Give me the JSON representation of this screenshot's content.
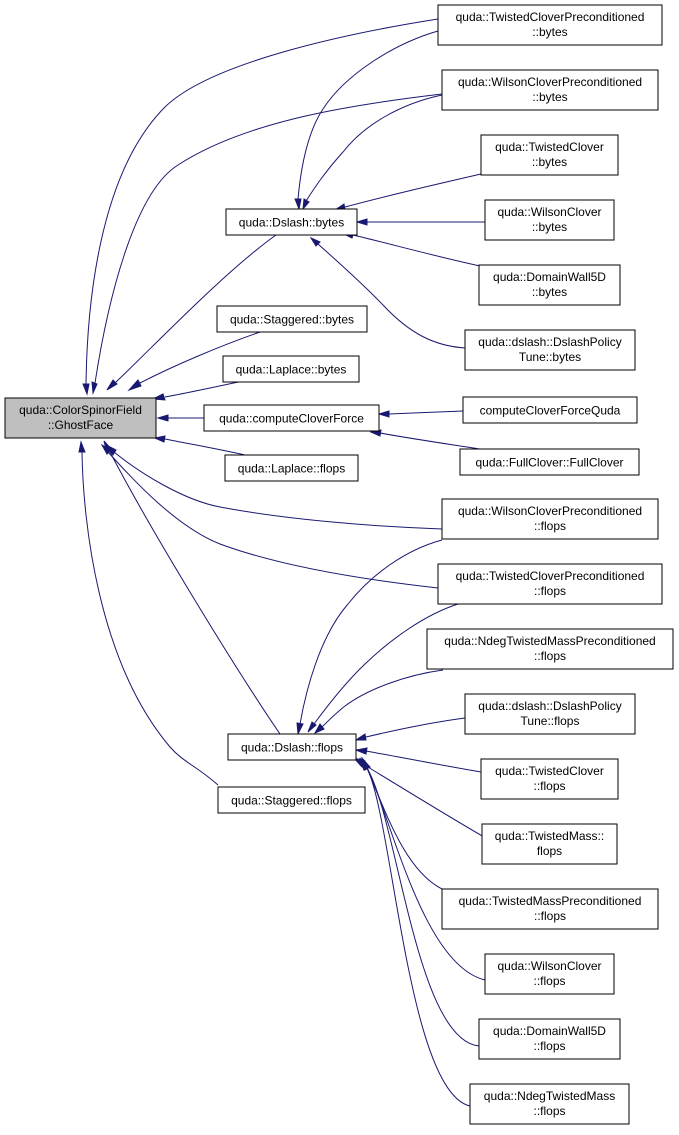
{
  "graph": {
    "title": "",
    "colors": {
      "edge": "#191970",
      "node_border": "#000000",
      "focus_fill": "#bfbfbf",
      "node_fill": "#ffffff"
    },
    "nodes": [
      {
        "id": "ghostface",
        "lines": [
          "quda::ColorSpinorField",
          "::GhostFace"
        ],
        "focus": true
      },
      {
        "id": "dslash_bytes",
        "lines": [
          "quda::Dslash::bytes"
        ]
      },
      {
        "id": "staggered_bytes",
        "lines": [
          "quda::Staggered::bytes"
        ]
      },
      {
        "id": "laplace_bytes",
        "lines": [
          "quda::Laplace::bytes"
        ]
      },
      {
        "id": "compute_clover_force",
        "lines": [
          "quda::computeCloverForce"
        ]
      },
      {
        "id": "laplace_flops",
        "lines": [
          "quda::Laplace::flops"
        ]
      },
      {
        "id": "dslash_flops",
        "lines": [
          "quda::Dslash::flops"
        ]
      },
      {
        "id": "staggered_flops",
        "lines": [
          "quda::Staggered::flops"
        ]
      },
      {
        "id": "tcp_bytes",
        "lines": [
          "quda::TwistedCloverPreconditioned",
          "::bytes"
        ]
      },
      {
        "id": "wcp_bytes",
        "lines": [
          "quda::WilsonCloverPreconditioned",
          "::bytes"
        ]
      },
      {
        "id": "tc_bytes",
        "lines": [
          "quda::TwistedClover",
          "::bytes"
        ]
      },
      {
        "id": "wc_bytes",
        "lines": [
          "quda::WilsonClover",
          "::bytes"
        ]
      },
      {
        "id": "dw5d_bytes",
        "lines": [
          "quda::DomainWall5D",
          "::bytes"
        ]
      },
      {
        "id": "dpt_bytes",
        "lines": [
          "quda::dslash::DslashPolicy",
          "Tune::bytes"
        ]
      },
      {
        "id": "cfq",
        "lines": [
          "computeCloverForceQuda"
        ]
      },
      {
        "id": "fullclover",
        "lines": [
          "quda::FullClover::FullClover"
        ]
      },
      {
        "id": "wcp_flops",
        "lines": [
          "quda::WilsonCloverPreconditioned",
          "::flops"
        ]
      },
      {
        "id": "tcp_flops",
        "lines": [
          "quda::TwistedCloverPreconditioned",
          "::flops"
        ]
      },
      {
        "id": "ntmp_flops",
        "lines": [
          "quda::NdegTwistedMassPreconditioned",
          "::flops"
        ]
      },
      {
        "id": "dpt_flops",
        "lines": [
          "quda::dslash::DslashPolicy",
          "Tune::flops"
        ]
      },
      {
        "id": "tc_flops",
        "lines": [
          "quda::TwistedClover",
          "::flops"
        ]
      },
      {
        "id": "tm_flops",
        "lines": [
          "quda::TwistedMass::",
          "flops"
        ]
      },
      {
        "id": "tmp_flops",
        "lines": [
          "quda::TwistedMassPreconditioned",
          "::flops"
        ]
      },
      {
        "id": "wc_flops",
        "lines": [
          "quda::WilsonClover",
          "::flops"
        ]
      },
      {
        "id": "dw5d_flops",
        "lines": [
          "quda::DomainWall5D",
          "::flops"
        ]
      },
      {
        "id": "ntm_flops",
        "lines": [
          "quda::NdegTwistedMass",
          "::flops"
        ]
      }
    ],
    "edges": [
      {
        "from": "dslash_bytes",
        "to": "ghostface"
      },
      {
        "from": "staggered_bytes",
        "to": "ghostface"
      },
      {
        "from": "laplace_bytes",
        "to": "ghostface"
      },
      {
        "from": "compute_clover_force",
        "to": "ghostface"
      },
      {
        "from": "laplace_flops",
        "to": "ghostface"
      },
      {
        "from": "dslash_flops",
        "to": "ghostface"
      },
      {
        "from": "staggered_flops",
        "to": "ghostface"
      },
      {
        "from": "tcp_bytes",
        "to": "ghostface"
      },
      {
        "from": "wcp_bytes",
        "to": "ghostface"
      },
      {
        "from": "wcp_flops",
        "to": "ghostface"
      },
      {
        "from": "tcp_flops",
        "to": "ghostface"
      },
      {
        "from": "tcp_bytes",
        "to": "dslash_bytes"
      },
      {
        "from": "wcp_bytes",
        "to": "dslash_bytes"
      },
      {
        "from": "tc_bytes",
        "to": "dslash_bytes"
      },
      {
        "from": "wc_bytes",
        "to": "dslash_bytes"
      },
      {
        "from": "dw5d_bytes",
        "to": "dslash_bytes"
      },
      {
        "from": "dpt_bytes",
        "to": "dslash_bytes"
      },
      {
        "from": "cfq",
        "to": "compute_clover_force"
      },
      {
        "from": "fullclover",
        "to": "compute_clover_force"
      },
      {
        "from": "wcp_flops",
        "to": "dslash_flops"
      },
      {
        "from": "tcp_flops",
        "to": "dslash_flops"
      },
      {
        "from": "ntmp_flops",
        "to": "dslash_flops"
      },
      {
        "from": "dpt_flops",
        "to": "dslash_flops"
      },
      {
        "from": "tc_flops",
        "to": "dslash_flops"
      },
      {
        "from": "tm_flops",
        "to": "dslash_flops"
      },
      {
        "from": "tmp_flops",
        "to": "dslash_flops"
      },
      {
        "from": "wc_flops",
        "to": "dslash_flops"
      },
      {
        "from": "dw5d_flops",
        "to": "dslash_flops"
      },
      {
        "from": "ntm_flops",
        "to": "dslash_flops"
      }
    ]
  }
}
